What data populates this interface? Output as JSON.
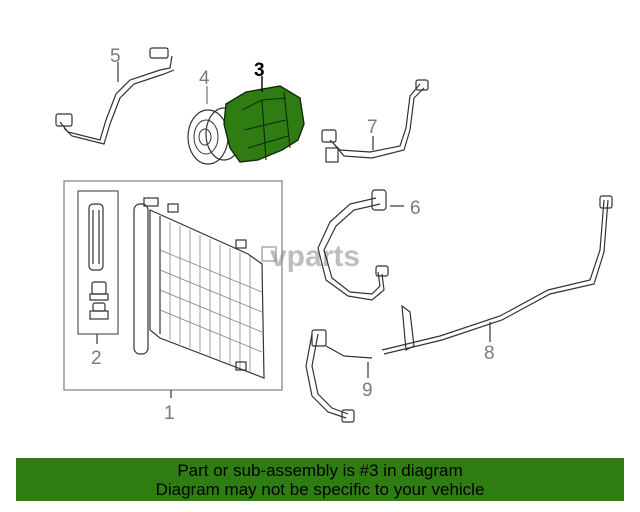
{
  "callouts": {
    "c1": "1",
    "c2": "2",
    "c3": "3",
    "c4": "4",
    "c5": "5",
    "c6": "6",
    "c7": "7",
    "c8": "8",
    "c9": "9"
  },
  "highlighted_callout": "3",
  "highlight_color": "#2f7d12",
  "watermark": "vparts",
  "banner": {
    "line1": "Part or sub-assembly is #3 in diagram",
    "line2": "Diagram may not be specific to your vehicle",
    "color": "#2f7d12"
  }
}
